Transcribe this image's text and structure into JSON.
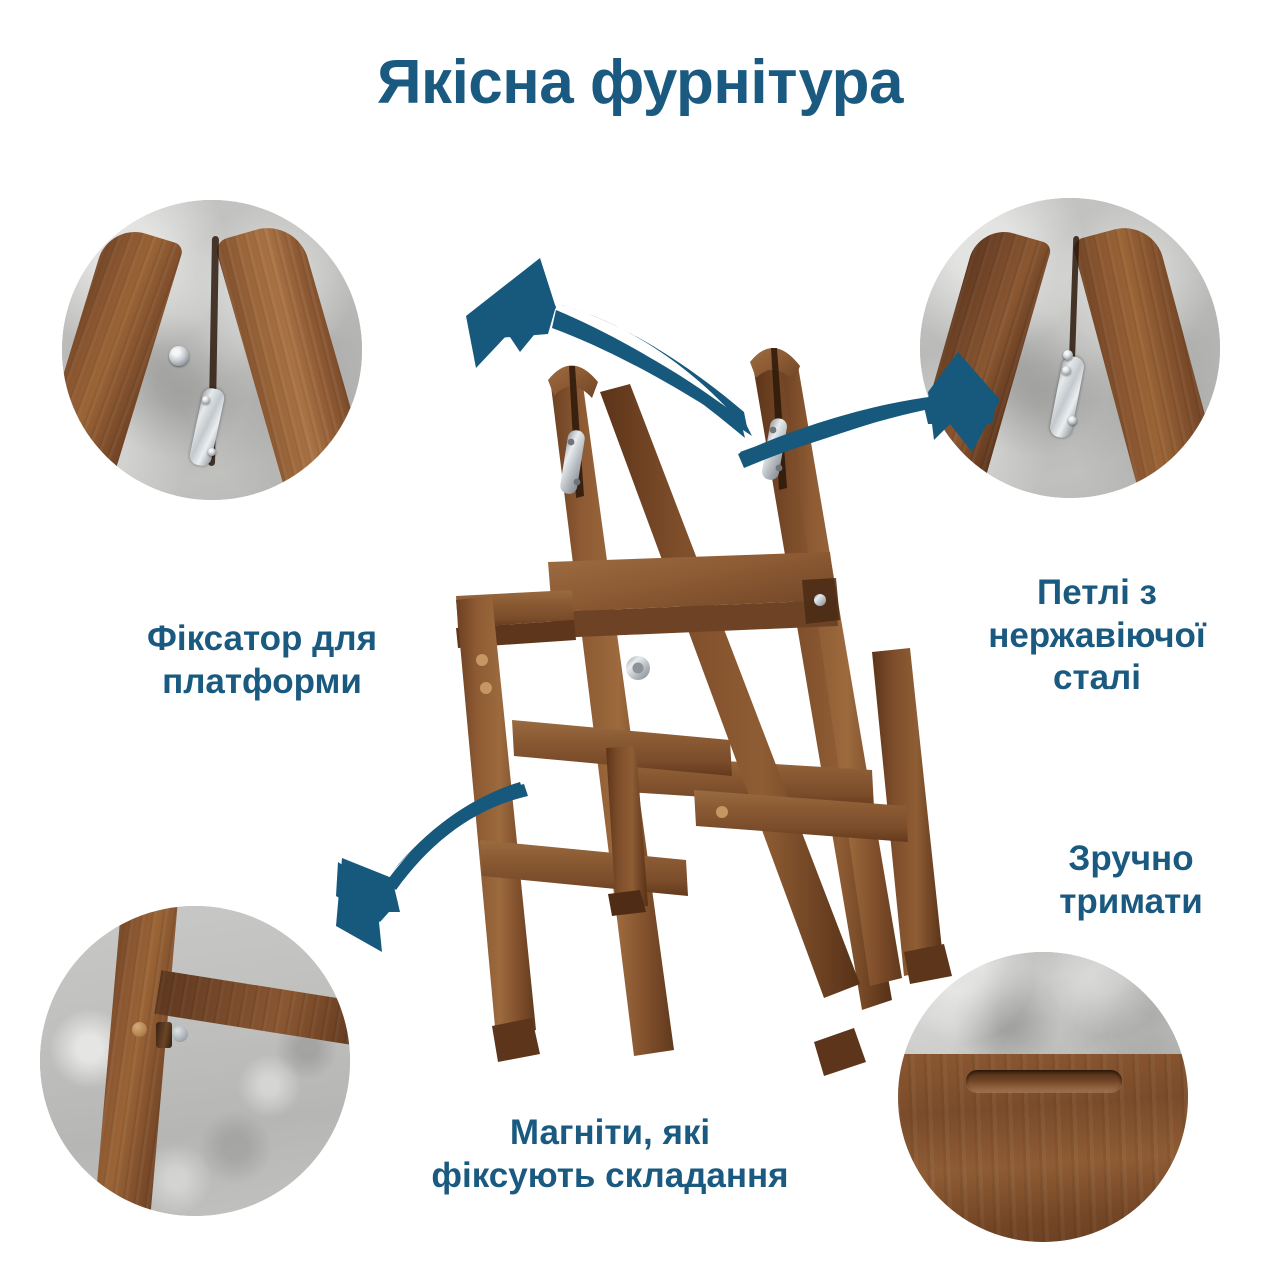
{
  "page": {
    "background_color": "#ffffff",
    "accent_color": "#1b5a80",
    "arrow_color": "#17587d",
    "wood_color": "#8a5630",
    "concrete_color": "#bdbdbb"
  },
  "header": {
    "title": "Якісна фурнітура"
  },
  "callouts": [
    {
      "id": "fixator",
      "label": "Фіксатор для\nплатформи",
      "position": "left-middle",
      "links_to": "inset-top-left"
    },
    {
      "id": "hinges",
      "label": "Петлі з\nнержавіючої\nсталі",
      "position": "right-middle",
      "links_to": "inset-top-right"
    },
    {
      "id": "handle",
      "label": "Зручно\nтримати",
      "position": "right-lower",
      "links_to": "inset-bottom-right"
    },
    {
      "id": "magnets",
      "label": "Магніти, які\nфіксують складання",
      "position": "bottom-center",
      "links_to": "inset-bottom-left"
    }
  ],
  "insets": [
    {
      "id": "inset-top-left",
      "alt": "Крупний план верхівки драбини з фіксатором платформи та металевим болтом",
      "shape": "circle"
    },
    {
      "id": "inset-top-right",
      "alt": "Крупний план петлі з нержавіючої сталі на верхівці драбини",
      "shape": "circle"
    },
    {
      "id": "inset-bottom-left",
      "alt": "Крупний план з'єднання поперечини з ніжкою, де розташовані магніти",
      "shape": "circle"
    },
    {
      "id": "inset-bottom-right",
      "alt": "Крупний план дерев'яної платформи з прорізом-ручкою для перенесення",
      "shape": "circle"
    }
  ],
  "product": {
    "alt": "Дерев'яна складана драбина-стрем'янка з платформою",
    "steps": 2,
    "material": "дерево"
  },
  "arrows": [
    {
      "id": "arrow-to-top-left",
      "direction": "left",
      "from": "product-apex-left",
      "to": "inset-top-left"
    },
    {
      "id": "arrow-to-top-right",
      "direction": "right",
      "from": "product-apex-right",
      "to": "inset-top-right"
    },
    {
      "id": "arrow-to-bottom-left",
      "direction": "down-left",
      "from": "product-leg-joint",
      "to": "inset-bottom-left"
    }
  ]
}
